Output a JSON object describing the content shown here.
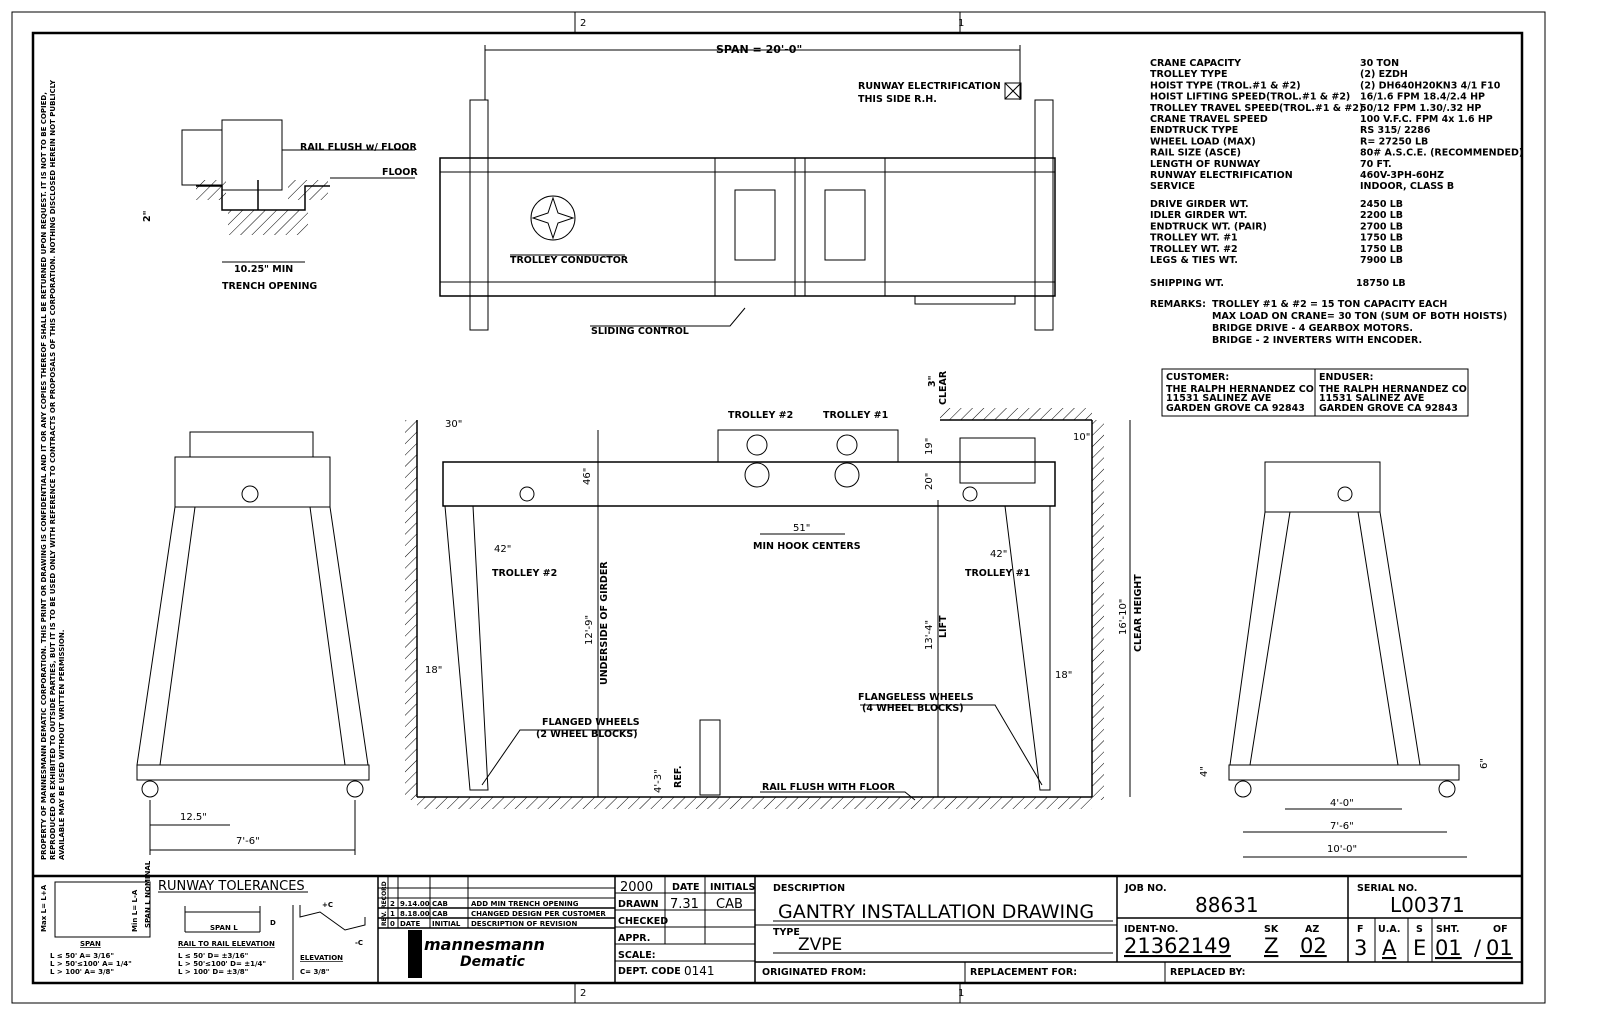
{
  "border": {
    "zone_top_left": "2",
    "zone_top_right": "1",
    "zone_bottom_left": "2",
    "zone_bottom_right": "1"
  },
  "legal_notice": [
    "PROPERTY OF MANNESMANN DEMATIC CORPORATION. THIS PRINT OR DRAWING IS CONFIDENTIAL AND IT OR ANY COPIES THEREOF SHALL BE RETURNED UPON REQUEST. IT IS NOT TO BE COPIED,",
    "REPRODUCED OR EXHIBITED TO OUTSIDE PARTIES, BUT IT IS TO BE USED ONLY WITH REFERENCE TO CONTRACTS OR PROPOSALS OF THIS CORPORATION. NOTHING DISCLOSED HEREIN NOT PUBLICLY",
    "AVAILABLE MAY BE USED WITHOUT WRITTEN PERMISSION."
  ],
  "trench_detail": {
    "rail_flush": "RAIL FLUSH w/ FLOOR",
    "floor": "FLOOR",
    "depth": "2\"",
    "min_width": "10.25\" MIN",
    "trench_opening": "TRENCH OPENING"
  },
  "plan_view": {
    "span": "SPAN = 20'-0\"",
    "runway_electrification": "RUNWAY ELECTRIFICATION",
    "this_side": "THIS SIDE R.H.",
    "trolley_conductor": "TROLLEY CONDUCTOR",
    "sliding_control": "SLIDING CONTROL"
  },
  "specs": [
    {
      "label": "CRANE CAPACITY",
      "value": "30 TON"
    },
    {
      "label": "TROLLEY TYPE",
      "value": "(2) EZDH"
    },
    {
      "label": "HOIST TYPE (TROL.#1 & #2)",
      "value": "(2) DH640H20KN3 4/1 F10"
    },
    {
      "label": "HOIST LIFTING SPEED(TROL.#1 & #2)",
      "value": "16/1.6 FPM 18.4/2.4 HP"
    },
    {
      "label": "TROLLEY TRAVEL SPEED(TROL.#1 & #2)",
      "value": "50/12 FPM 1.30/.32 HP"
    },
    {
      "label": "CRANE TRAVEL SPEED",
      "value": "100 V.F.C. FPM  4x 1.6 HP"
    },
    {
      "label": "ENDTRUCK TYPE",
      "value": "RS 315/ 2286"
    },
    {
      "label": "WHEEL LOAD (MAX)",
      "value": "R= 27250 LB"
    },
    {
      "label": "RAIL SIZE (ASCE)",
      "value": "80# A.S.C.E. (RECOMMENDED)"
    },
    {
      "label": "LENGTH OF RUNWAY",
      "value": "70 FT."
    },
    {
      "label": "RUNWAY ELECTRIFICATION",
      "value": "460V-3PH-60HZ"
    },
    {
      "label": "SERVICE",
      "value": "INDOOR, CLASS B"
    }
  ],
  "weights": [
    {
      "label": "DRIVE GIRDER WT.",
      "value": "2450 LB"
    },
    {
      "label": "IDLER GIRDER WT.",
      "value": "2200 LB"
    },
    {
      "label": "ENDTRUCK WT. (PAIR)",
      "value": "2700 LB"
    },
    {
      "label": "TROLLEY WT. #1",
      "value": "1750 LB"
    },
    {
      "label": "TROLLEY WT. #2",
      "value": "1750 LB"
    },
    {
      "label": "LEGS & TIES WT.",
      "value": "7900 LB"
    }
  ],
  "shipping": {
    "label": "SHIPPING WT.",
    "value": "18750 LB"
  },
  "remarks": {
    "label": "REMARKS:",
    "lines": [
      "TROLLEY #1 & #2 = 15 TON CAPACITY EACH",
      "MAX LOAD ON CRANE= 30 TON (SUM OF BOTH HOISTS)",
      "BRIDGE DRIVE - 4 GEARBOX MOTORS.",
      "BRIDGE - 2 INVERTERS WITH ENCODER."
    ]
  },
  "customer": {
    "label": "CUSTOMER:",
    "lines": [
      "THE RALPH HERNANDEZ CO",
      "11531 SALINEZ AVE",
      "GARDEN GROVE CA 92843"
    ]
  },
  "enduser": {
    "label": "ENDUSER:",
    "lines": [
      "THE RALPH HERNANDEZ CO",
      "11531 SALINEZ AVE",
      "GARDEN GROVE CA 92843"
    ]
  },
  "front_view": {
    "d30": "30\"",
    "trolley2": "TROLLEY #2",
    "trolley1": "TROLLEY #1",
    "clear3": "3\"",
    "clear": "CLEAR",
    "d10": "10\"",
    "d19": "19\"",
    "d46": "46\"",
    "d20": "20\"",
    "d51": "51\"",
    "min_hook": "MIN HOOK CENTERS",
    "d42l": "42\"",
    "d42r": "42\"",
    "trolley2_low": "TROLLEY #2",
    "trolley1_low": "TROLLEY #1",
    "h129": "12'-9\"",
    "underside": "UNDERSIDE OF GIRDER",
    "h134": "13'-4\"",
    "lift": "LIFT",
    "h1610": "16'-10\"",
    "clear_height": "CLEAR HEIGHT",
    "d18l": "18\"",
    "d18r": "18\"",
    "flanged": "FLANGED WHEELS",
    "flanged2": "(2 WHEEL BLOCKS)",
    "flangeless": "FLANGELESS WHEELS",
    "flangeless2": "(4 WHEEL BLOCKS)",
    "h43": "4'-3\"",
    "ref": "REF.",
    "rail_flush": "RAIL FLUSH WITH FLOOR"
  },
  "left_side": {
    "d125": "12.5\"",
    "d76": "7'-6\""
  },
  "right_side": {
    "d4": "4\"",
    "d6": "6\"",
    "d40": "4'-0\"",
    "d76": "7'-6\"",
    "d100": "10'-0\""
  },
  "tolerances": {
    "title": "RUNWAY TOLERANCES",
    "max": "Max L= L+A",
    "min": "Min L= L-A",
    "span_nominal": "SPAN L NOMINAL",
    "span": "SPAN",
    "span_l": "SPAN L",
    "d": "D",
    "rail_title": "RAIL TO RAIL ELEVATION",
    "elevation": "ELEVATION",
    "c_plus": "+C",
    "c_minus": "-C",
    "a_rows": [
      "L ≤ 50'    A= 3/16\"",
      "L > 50'≤100'  A= 1/4\"",
      "L > 100'    A= 3/8\""
    ],
    "d_rows": [
      "L ≤ 50'    D= ±3/16\"",
      "L > 50'≤100'  D= ±1/4\"",
      "L > 100'    D= ±3/8\""
    ],
    "c_row": "C= 3/8\""
  },
  "revisions": {
    "header": "REV. RECORD",
    "rows": [
      [
        "2",
        "9.14.00",
        "CAB",
        "ADD MIN TRENCH OPENING"
      ],
      [
        "1",
        "8.18.00",
        "CAB",
        "CHANGED DESIGN PER CUSTOMER"
      ],
      [
        "0",
        "DATE",
        "INITIAL",
        "DESCRIPTION OF REVISION"
      ]
    ]
  },
  "logo": {
    "line1": "mannesmann",
    "line2": "Dematic"
  },
  "approval": {
    "year": "2000",
    "date_h": "DATE",
    "initials_h": "INITIALS",
    "drawn": "DRAWN",
    "drawn_date": "7.31",
    "drawn_init": "CAB",
    "checked": "CHECKED",
    "appr": "APPR.",
    "scale": "SCALE:",
    "dept": "DEPT. CODE",
    "dept_value": "0141"
  },
  "title_block": {
    "description_label": "DESCRIPTION",
    "description": "GANTRY INSTALLATION DRAWING",
    "type_label": "TYPE",
    "type": "ZVPE",
    "job_label": "JOB NO.",
    "job": "88631",
    "ident_label": "IDENT-NO.",
    "ident": "21362149",
    "sk_label": "SK",
    "sk": "Z",
    "az_label": "AZ",
    "az": "02",
    "serial_label": "SERIAL NO.",
    "serial": "L00371",
    "f_label": "F",
    "f": "3",
    "ua_label": "U.A.",
    "ua": "A",
    "s_label": "S",
    "s": "E",
    "sht_label": "SHT.",
    "sht": "01",
    "of_label": "OF",
    "of": "01",
    "originated": "ORIGINATED FROM:",
    "replacement": "REPLACEMENT FOR:",
    "replaced": "REPLACED BY:"
  }
}
